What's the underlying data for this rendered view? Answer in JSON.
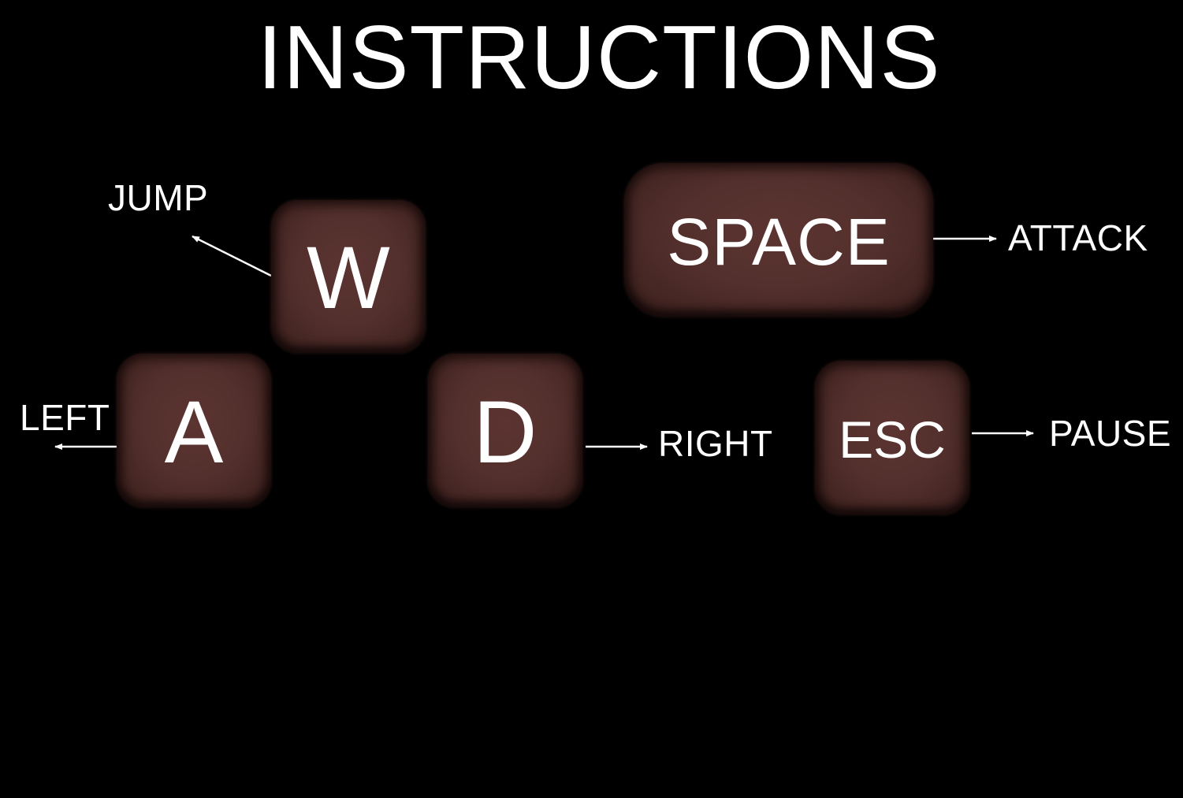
{
  "screen": {
    "title": "INSTRUCTIONS",
    "background": "#000000",
    "key_color": "#53302d",
    "text_color": "#ffffff"
  },
  "controls": [
    {
      "key": "W",
      "action": "JUMP",
      "arrow": "up-left-arrow"
    },
    {
      "key": "A",
      "action": "LEFT",
      "arrow": "left-arrow"
    },
    {
      "key": "D",
      "action": "RIGHT",
      "arrow": "right-arrow"
    },
    {
      "key": "SPACE",
      "action": "ATTACK",
      "arrow": "right-arrow"
    },
    {
      "key": "ESC",
      "action": "PAUSE",
      "arrow": "right-arrow"
    }
  ]
}
